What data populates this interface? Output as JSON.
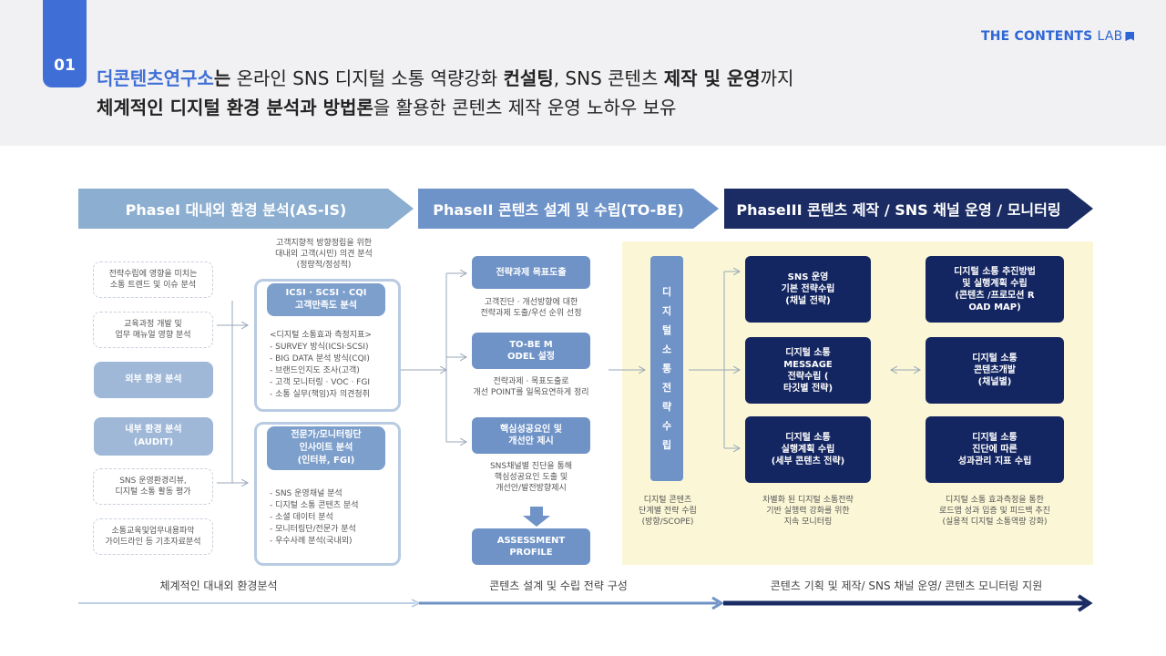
{
  "header": {
    "section_number": "01",
    "logo_main": "THE CONTENTS",
    "logo_sub": "LAB",
    "line1": [
      {
        "t": "더콘텐츠연구소",
        "s": "blue"
      },
      {
        "t": "는",
        "s": "bold"
      },
      {
        "t": " 온라인 SNS 디지털 소통 역량강화 ",
        "s": "normal"
      },
      {
        "t": "컨설팅",
        "s": "bold"
      },
      {
        "t": ", SNS 콘텐츠 ",
        "s": "normal"
      },
      {
        "t": "제작 및 운영",
        "s": "bold"
      },
      {
        "t": "까지",
        "s": "normal"
      }
    ],
    "line2": [
      {
        "t": "체계적인 디지털 환경 분석과 방법론",
        "s": "bold"
      },
      {
        "t": "을 활용한 콘텐츠 제작 운영 노하우 보유",
        "s": "normal"
      }
    ]
  },
  "phases": {
    "p1": "PhaseI  대내외 환경 분석(AS-IS)",
    "p2": "PhaseII 콘텐츠 설계 및 수립(TO-BE)",
    "p3": "PhaseIII 콘텐츠 제작 / SNS 채널 운영 / 모니터링"
  },
  "phase1": {
    "left_boxes": [
      "전략수립에 영향을 미치는\n소통 트렌드 및 이슈 분석",
      "교육과정 개발 및\n업무 매뉴얼 영향 분석",
      "외부 환경 분석",
      "내부 환경 분석\n(AUDIT)",
      "SNS 운영환경리뷰,\n디지털 소통 활동 평가",
      "소통교육및업무내용파악\n가이드라인 등 기초자료분석"
    ],
    "top_note": "고객지향적 방향정립을 위한\n대내외 고객(시민) 의견 분석\n(정량적/정성적)",
    "box_a_title": "ICSI · SCSI · CQI\n고객만족도 분석",
    "box_a_list": "<디지털 소통효과 측정지표>\n- SURVEY 방식(ICSI·SCSI)\n- BIG DATA 분석 방식(CQI)\n- 브랜드인지도 조사(고객)\n- 고객 모니터링 · VOC · FGI\n- 소통 실무(책임)자 의견청취",
    "box_b_title": "전문가/모니터링단\n인사이트 분석\n(인터뷰, FGI)",
    "box_b_list": "- SNS 운영채널 분석\n- 디지털 소통 콘텐츠 분석\n- 소셜 데이터 분석\n- 모니터링단/전문가 분석\n- 우수사례 분석(국내외)"
  },
  "phase2": {
    "b1": "전략과제 목표도출",
    "n1": "고객진단 · 개선방향에 대한\n전략과제 도출/우선 순위 선정",
    "b2": "TO-BE M\nODEL 설정",
    "n2": "전략과제 · 목표도출로\n개선 POINT를 일목요연하게 정리",
    "b3": "핵심성공요인 및\n개선안 제시",
    "n3": "SNS채널별 진단을 통해\n핵심성공요인 도출 및\n개선안/발전방향제시",
    "b4": "ASSESSMENT\nPROFILE"
  },
  "phase3": {
    "vertical": "디\n지\n털\n소\n통\n전\n략\n수\n립",
    "vertical_note": "디지털 콘텐츠\n단계별 전략 수립\n(방향/SCOPE)",
    "c1": [
      "SNS 운영\n기본 전략수립\n(채널 전략)",
      "디지털 소통\nMESSAGE\n전략수립 (\n타깃별 전략)",
      "디지털 소통\n실행계획 수립\n(세부 콘텐츠 전략)"
    ],
    "c1_note": "차별화 된 디지털 소통전략\n기반 실행력 강화를 위한\n지속 모니터링",
    "c2": [
      "디지털 소통 추진방법\n및 실행계획 수립\n(콘텐츠 /프로모션 R\nOAD MAP)",
      "디지털 소통\n콘텐츠개발\n(채널별)",
      "디지털 소통\n진단에 따른\n성과관리 지표 수립"
    ],
    "c2_note": "디지털 소통 효과측정을 통한\n로드맵 성과 입증 및 피드백 추진\n(실용적 디지털 소통역량 강화)"
  },
  "captions": {
    "c1": "체계적인 대내외 환경분석",
    "c2": "콘텐츠 설계 및 수립 전략 구성",
    "c3": "콘텐츠 기획 및 제작/ SNS 채널 운영/ 콘텐츠 모니터링 지원"
  }
}
